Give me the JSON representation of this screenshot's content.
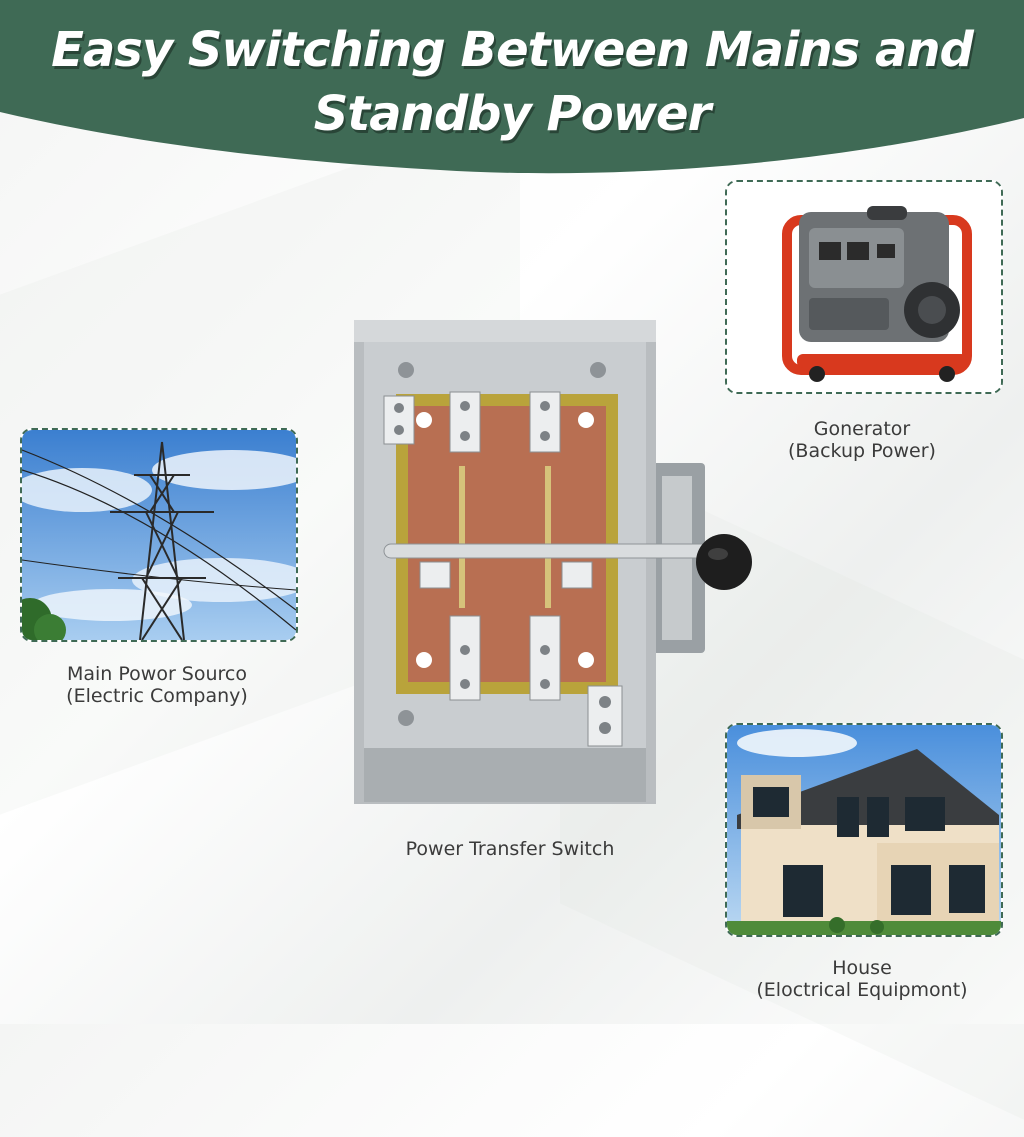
{
  "header": {
    "title_line1": "Easy Switching Between Mains and",
    "title_line2": "Standby Power",
    "color": "#3f6a55"
  },
  "generator": {
    "label_line1": "Gonerator",
    "label_line2": "(Backup Power)",
    "icon": "generator-photo"
  },
  "main_source": {
    "label_line1": "Main Powor Sourco",
    "label_line2": "(Electric Company)",
    "icon": "power-tower-photo"
  },
  "switch": {
    "label": "Power Transfer Switch",
    "icon": "transfer-switch-photo"
  },
  "house": {
    "label_line1": "House",
    "label_line2": "(Eloctrical Equipmont)",
    "icon": "house-photo"
  }
}
